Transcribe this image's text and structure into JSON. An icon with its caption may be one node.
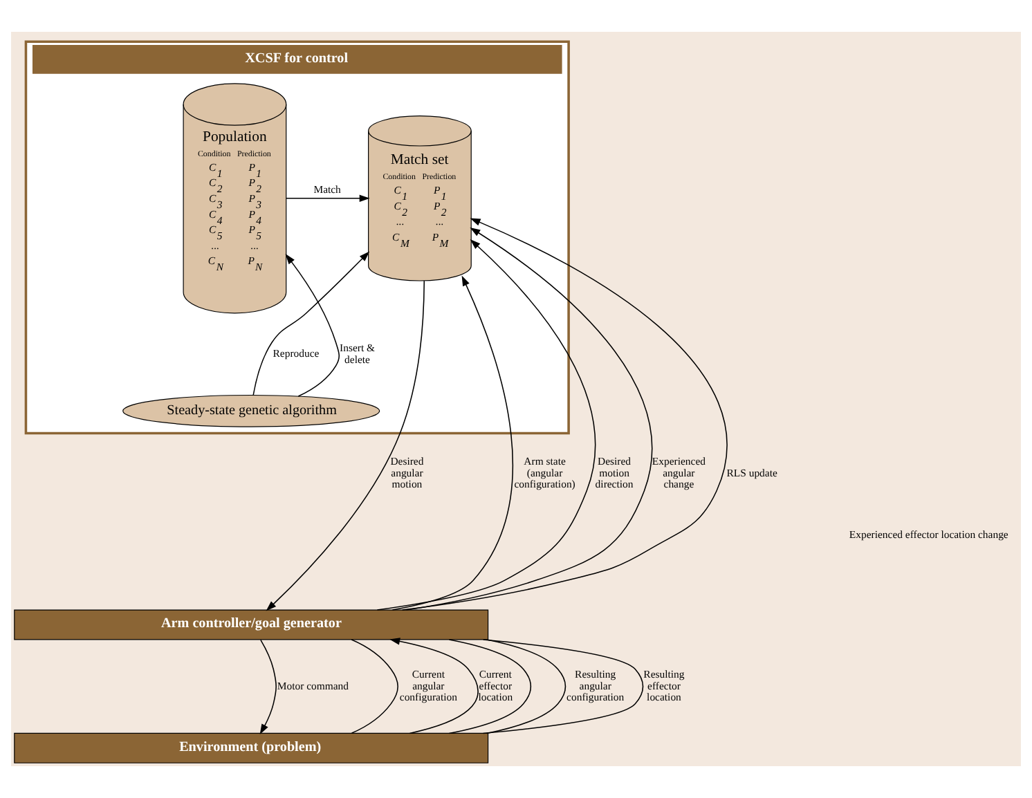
{
  "diagram": {
    "nodes": [
      {
        "text": [
          "XCSF for control"
        ]
      },
      {
        "text": [
          "Population",
          "Condition",
          "Prediction",
          "C$_{1}$",
          "P$_{1}$",
          "C$_{2}$",
          "P$_{2}$",
          "C$_{3}$",
          "P$_{3}$",
          "C$_{4}$",
          "P$_{4}$",
          "C$_{5}$",
          "P$_{5}$",
          "...",
          "...",
          "C$_{N}$",
          "P$_{N}$"
        ],
        "in": 0
      },
      {
        "text": [
          "Match set",
          "Condition",
          "Prediction",
          "C$_{1}$",
          "P$_{1}$",
          "C$_{2}$",
          "P$_{2}$",
          "...",
          "...",
          "C$_{M}$",
          "P$_{M}$"
        ],
        "in": 0
      },
      {
        "text": [
          "Steady-state genetic algorithm"
        ],
        "in": 0
      },
      {
        "text": [
          "Arm controller/goal generator"
        ]
      },
      {
        "text": [
          "Environment (problem)"
        ]
      }
    ],
    "edges": [
      {
        "from": 1,
        "to": 2,
        "arrow": "to",
        "label": "Match"
      },
      {
        "from": 4,
        "to": 2,
        "arrow": "to",
        "label": "Arm state (angular configuration)"
      },
      {
        "from": 4,
        "to": 2,
        "arrow": "to",
        "label": "Desired motion direction"
      },
      {
        "from": 2,
        "to": 4,
        "arrow": "to",
        "label": "Desired angular motion"
      },
      {
        "from": 4,
        "to": 2,
        "arrow": "to",
        "label": "Experienced angular change"
      },
      {
        "from": 4,
        "to": 2,
        "arrow": "to",
        "label": "RLS update"
      },
      {
        "from": 3,
        "to": 2,
        "arrow": "to",
        "label": "Reproduce"
      },
      {
        "from": 3,
        "to": 1,
        "arrow": "to",
        "label": "Insert & delete"
      },
      {
        "from": 5,
        "to": 4,
        "arrow": "none",
        "label": "Current angular configuration"
      },
      {
        "from": 5,
        "to": 4,
        "arrow": "to",
        "label": "Current effector location"
      },
      {
        "from": 5,
        "to": 4,
        "arrow": "none"
      },
      {
        "from": 4,
        "to": 5,
        "arrow": "to",
        "label": "Motor command"
      },
      {
        "from": 5,
        "to": 4,
        "arrow": "none",
        "label": "Resulting angular configuration"
      },
      {
        "from": 5,
        "to": 4,
        "arrow": "none",
        "label": "Resulting effector location"
      }
    ],
    "labels": [
      "Experienced effector location change"
    ]
  }
}
